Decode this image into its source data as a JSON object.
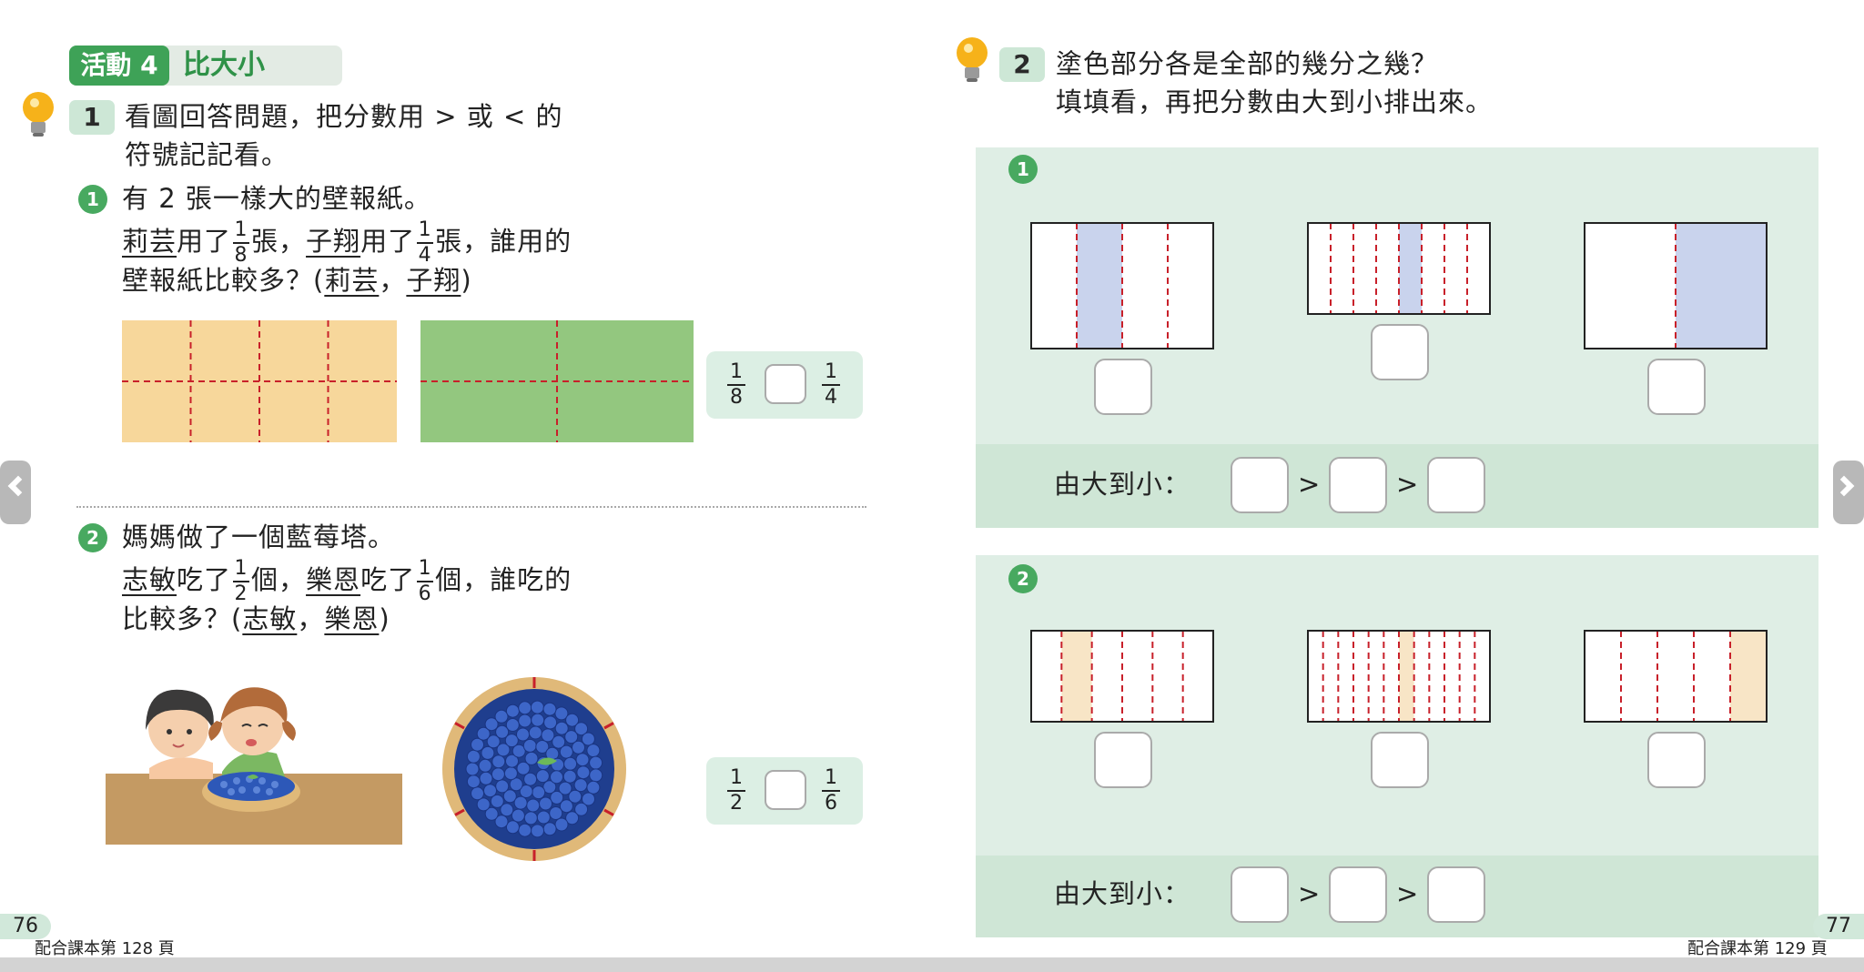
{
  "left": {
    "activity_tag": "活動 4",
    "activity_title": "比大小",
    "q1": {
      "num": "1",
      "text_line1": "看圖回答問題，把分數用 > 或 < 的",
      "text_line2": "符號記記看。",
      "sub1": {
        "num": "1",
        "line1": "有 2 張一樣大的壁報紙。",
        "name_a": "莉芸",
        "used": "用了",
        "frac_a_num": "1",
        "frac_a_den": "8",
        "sheet": "張，",
        "name_b": "子翔",
        "used2": "用了",
        "frac_b_num": "1",
        "frac_b_den": "4",
        "sheet2": "張，誰用的",
        "line3_pre": "壁報紙比較多？(",
        "opt_a": "莉芸",
        "comma": "，",
        "opt_b": "子翔",
        "close": ")",
        "cmp_left_num": "1",
        "cmp_left_den": "8",
        "cmp_right_num": "1",
        "cmp_right_den": "4",
        "colors": {
          "paper_a": "#f7d79b",
          "paper_b": "#93c77f",
          "dash": "#c8202a"
        }
      },
      "sub2": {
        "num": "2",
        "line1": "媽媽做了一個藍莓塔。",
        "name_a": "志敏",
        "ate": "吃了",
        "frac_a_num": "1",
        "frac_a_den": "2",
        "piece": "個，",
        "name_b": "樂恩",
        "ate2": "吃了",
        "frac_b_num": "1",
        "frac_b_den": "6",
        "piece2": "個，誰吃的",
        "line3_pre": "比較多？(",
        "opt_a": "志敏",
        "comma": "，",
        "opt_b": "樂恩",
        "close": ")",
        "cmp_left_num": "1",
        "cmp_left_den": "2",
        "cmp_right_num": "1",
        "cmp_right_den": "6",
        "colors": {
          "tart_crust": "#e0b979",
          "blueberry": "#2d58b8",
          "table": "#c49a63"
        }
      }
    },
    "page_number": "76",
    "reference": "配合課本第 128 頁"
  },
  "right": {
    "q2": {
      "num": "2",
      "line1": "塗色部分各是全部的幾分之幾？",
      "line2": "填填看，再把分數由大到小排出來。"
    },
    "panel1": {
      "num": "1",
      "rects": [
        {
          "parts": 4,
          "shaded_index": 1,
          "shade_color": "#c9d3ed"
        },
        {
          "parts": 8,
          "shaded_index": 4,
          "shade_color": "#c9d3ed"
        },
        {
          "parts": 2,
          "shaded_index": 1,
          "shade_color": "#c9d3ed"
        }
      ],
      "order_label": "由大到小：",
      "gt": ">"
    },
    "panel2": {
      "num": "2",
      "rects": [
        {
          "parts": 6,
          "shaded_index": 1,
          "shade_color": "#f8e5c6"
        },
        {
          "parts": 12,
          "shaded_index": 6,
          "shade_color": "#f8e5c6"
        },
        {
          "parts": 5,
          "shaded_index": 4,
          "shade_color": "#f8e5c6"
        }
      ],
      "order_label": "由大到小：",
      "gt": ">"
    },
    "page_number": "77",
    "reference": "配合課本第 129 頁"
  }
}
